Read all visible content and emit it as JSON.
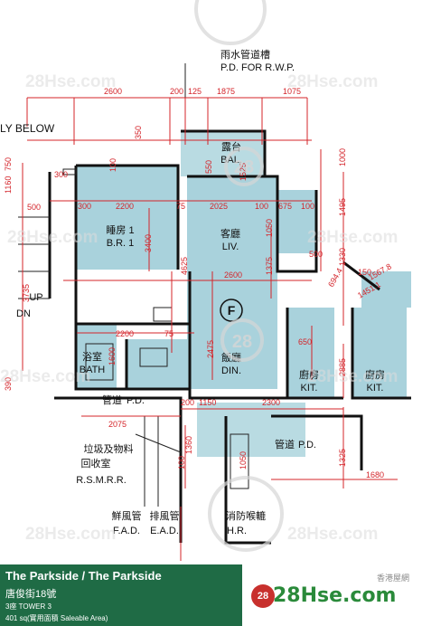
{
  "plan": {
    "note_top_cn": "雨水管道槽",
    "note_top_en": "P.D. FOR R.W.P.",
    "label_below": "LY BELOW",
    "dims_top": [
      "2600",
      "200",
      "125",
      "1875",
      "1075"
    ],
    "dims_mid": [
      "300",
      "2200",
      "75",
      "2025",
      "100",
      "675",
      "100"
    ],
    "dims_left": [
      "750",
      "1160",
      "3735",
      "390"
    ],
    "dims_misc": [
      "300",
      "500",
      "100",
      "350",
      "550",
      "1525",
      "1000",
      "1495",
      "1330",
      "150",
      "1567.8",
      "1451.1",
      "694.4",
      "3400",
      "4625",
      "1375",
      "1050",
      "2600",
      "500",
      "2200",
      "75",
      "1600",
      "650",
      "2475",
      "2885",
      "200",
      "1150",
      "2300",
      "2075",
      "100",
      "1360",
      "1050",
      "1325",
      "1680"
    ],
    "room_bedroom_cn": "睡房 1",
    "room_bedroom_en": "B.R. 1",
    "room_living_cn": "客廳",
    "room_living_en": "LIV.",
    "room_bal_cn": "露台",
    "room_bal_en": "BAL.",
    "room_dining_cn": "飯廳",
    "room_dining_en": "DIN.",
    "room_bath_cn": "浴室",
    "room_bath_en": "BATH",
    "room_kit_cn": "廚房",
    "room_kit_en": "KIT.",
    "room_kit2_cn": "廚房",
    "room_kit2_en": "KIT.",
    "pd_cn": "管道",
    "pd_en": "P.D.",
    "pd2_cn": "管道",
    "pd2_en": "P.D.",
    "rsmrr_cn1": "垃圾及物料",
    "rsmrr_cn2": "回收室",
    "rsmrr_en": "R.S.M.R.R.",
    "fad_cn": "鮮風管",
    "fad_en": "F.A.D.",
    "ead_cn": "排風管",
    "ead_en": "E.A.D.",
    "hr_cn": "消防喉轆",
    "hr_en": "H.R.",
    "up": "UP",
    "dn": "DN",
    "flat_letter": "F",
    "watermark": "28Hse.com",
    "watermark_circle": "28"
  },
  "footer": {
    "title": "The Parkside / The Parkside",
    "subtitle": "唐俊街18號",
    "tower": "3座  TOWER 3",
    "area": "401 sq(實用面積 Saleable Area)",
    "brand_cn": "香港屋網",
    "brand_logo": "28Hse.com",
    "brand_circle": "28"
  },
  "colors": {
    "room_fill": "#a9d2dc",
    "dim_red": "#d4242a",
    "footer_green": "#1f6b45",
    "brand_green": "#2a8a3a"
  }
}
